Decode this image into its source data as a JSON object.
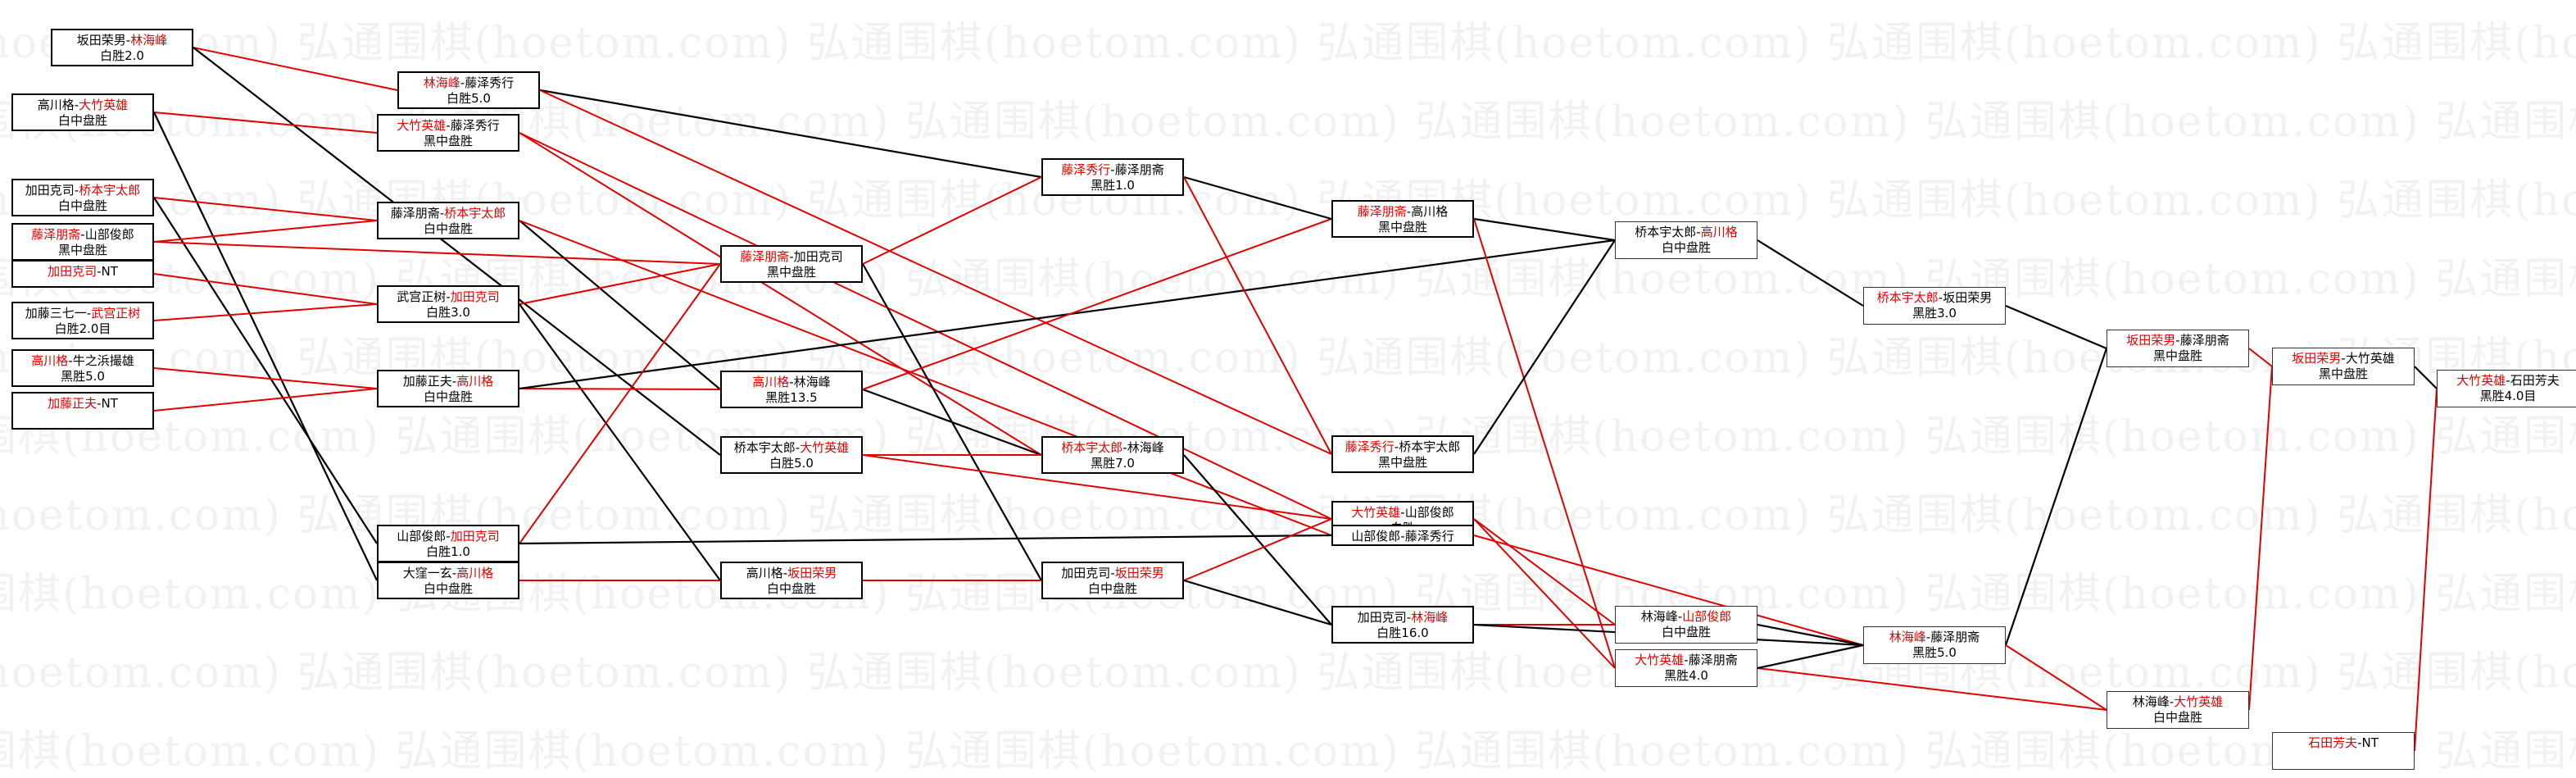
{
  "watermark": "弘通围棋(hoetom.com)",
  "colors": {
    "red": "#e00000",
    "black": "#000000"
  },
  "games": [
    {
      "id": "g01",
      "p1": "坂田荣男",
      "p2": "林海峰",
      "win": 2,
      "result": "白胜2.0"
    },
    {
      "id": "g02",
      "p1": "高川格",
      "p2": "大竹英雄",
      "win": 2,
      "result": "白中盘胜"
    },
    {
      "id": "g03",
      "p1": "加田克司",
      "p2": "桥本宇太郎",
      "win": 2,
      "result": "白中盘胜"
    },
    {
      "id": "g04",
      "p1": "藤泽朋斋",
      "p2": "山部俊郎",
      "win": 1,
      "result": "黑中盘胜"
    },
    {
      "id": "g05",
      "p1": "加田克司",
      "p2": "NT",
      "win": 1,
      "result": ""
    },
    {
      "id": "g06",
      "p1": "加藤三七一",
      "p2": "武宫正树",
      "win": 2,
      "result": "白胜2.0目"
    },
    {
      "id": "g07",
      "p1": "高川格",
      "p2": "牛之浜撮雄",
      "win": 1,
      "result": "黑胜5.0"
    },
    {
      "id": "g08",
      "p1": "加藤正夫",
      "p2": "NT",
      "win": 1,
      "result": ""
    },
    {
      "id": "g09",
      "p1": "林海峰",
      "p2": "藤泽秀行",
      "win": 1,
      "result": "白胜5.0"
    },
    {
      "id": "g10",
      "p1": "大竹英雄",
      "p2": "藤泽秀行",
      "win": 1,
      "result": "黑中盘胜"
    },
    {
      "id": "g11",
      "p1": "藤泽朋斋",
      "p2": "桥本宇太郎",
      "win": 2,
      "result": "白中盘胜"
    },
    {
      "id": "g12",
      "p1": "武宫正树",
      "p2": "加田克司",
      "win": 2,
      "result": "白胜3.0"
    },
    {
      "id": "g13",
      "p1": "加藤正夫",
      "p2": "高川格",
      "win": 2,
      "result": "白中盘胜"
    },
    {
      "id": "g14",
      "p1": "山部俊郎",
      "p2": "加田克司",
      "win": 2,
      "result": "白胜1.0"
    },
    {
      "id": "g15",
      "p1": "大窪一玄",
      "p2": "高川格",
      "win": 2,
      "result": "白中盘胜"
    },
    {
      "id": "g16",
      "p1": "藤泽朋斋",
      "p2": "加田克司",
      "win": 1,
      "result": "黑中盘胜"
    },
    {
      "id": "g17",
      "p1": "高川格",
      "p2": "林海峰",
      "win": 1,
      "result": "黑胜13.5"
    },
    {
      "id": "g18",
      "p1": "桥本宇太郎",
      "p2": "大竹英雄",
      "win": 2,
      "result": "白胜5.0"
    },
    {
      "id": "g19",
      "p1": "高川格",
      "p2": "坂田荣男",
      "win": 2,
      "result": "白中盘胜"
    },
    {
      "id": "g20",
      "p1": "藤泽秀行",
      "p2": "藤泽朋斋",
      "win": 1,
      "result": "黑胜1.0"
    },
    {
      "id": "g21",
      "p1": "桥本宇太郎",
      "p2": "林海峰",
      "win": 1,
      "result": "黑胜7.0"
    },
    {
      "id": "g22",
      "p1": "加田克司",
      "p2": "坂田荣男",
      "win": 2,
      "result": "白中盘胜"
    },
    {
      "id": "g23",
      "p1": "藤泽朋斋",
      "p2": "高川格",
      "win": 1,
      "result": "黑中盘胜"
    },
    {
      "id": "g24",
      "p1": "藤泽秀行",
      "p2": "桥本宇太郎",
      "win": 1,
      "result": "黑中盘胜"
    },
    {
      "id": "g25",
      "p1": "大竹英雄",
      "p2": "山部俊郎",
      "win": 1,
      "result": "白胜"
    },
    {
      "id": "g26",
      "p1": "山部俊郎",
      "p2": "藤泽秀行",
      "win": 0,
      "result": ""
    },
    {
      "id": "g27",
      "p1": "加田克司",
      "p2": "林海峰",
      "win": 2,
      "result": "白胜16.0"
    },
    {
      "id": "g28",
      "p1": "桥本宇太郎",
      "p2": "高川格",
      "win": 2,
      "result": "白中盘胜"
    },
    {
      "id": "g29",
      "p1": "林海峰",
      "p2": "山部俊郎",
      "win": 2,
      "result": "白中盘胜"
    },
    {
      "id": "g30",
      "p1": "大竹英雄",
      "p2": "藤泽朋斋",
      "win": 1,
      "result": "黑胜4.0"
    },
    {
      "id": "g31",
      "p1": "桥本宇太郎",
      "p2": "坂田荣男",
      "win": 1,
      "result": "黑胜3.0"
    },
    {
      "id": "g32",
      "p1": "林海峰",
      "p2": "藤泽朋斋",
      "win": 1,
      "result": "黑胜5.0"
    },
    {
      "id": "g33",
      "p1": "坂田荣男",
      "p2": "藤泽朋斋",
      "win": 1,
      "result": "黑中盘胜"
    },
    {
      "id": "g34",
      "p1": "林海峰",
      "p2": "大竹英雄",
      "win": 2,
      "result": "白中盘胜"
    },
    {
      "id": "g35",
      "p1": "坂田荣男",
      "p2": "大竹英雄",
      "win": 1,
      "result": "黑中盘胜"
    },
    {
      "id": "g36",
      "p1": "大竹英雄",
      "p2": "石田芳夫",
      "win": 1,
      "result": "黑胜4.0目"
    },
    {
      "id": "g37",
      "p1": "石田芳夫",
      "p2": "NT",
      "win": 1,
      "result": ""
    }
  ]
}
